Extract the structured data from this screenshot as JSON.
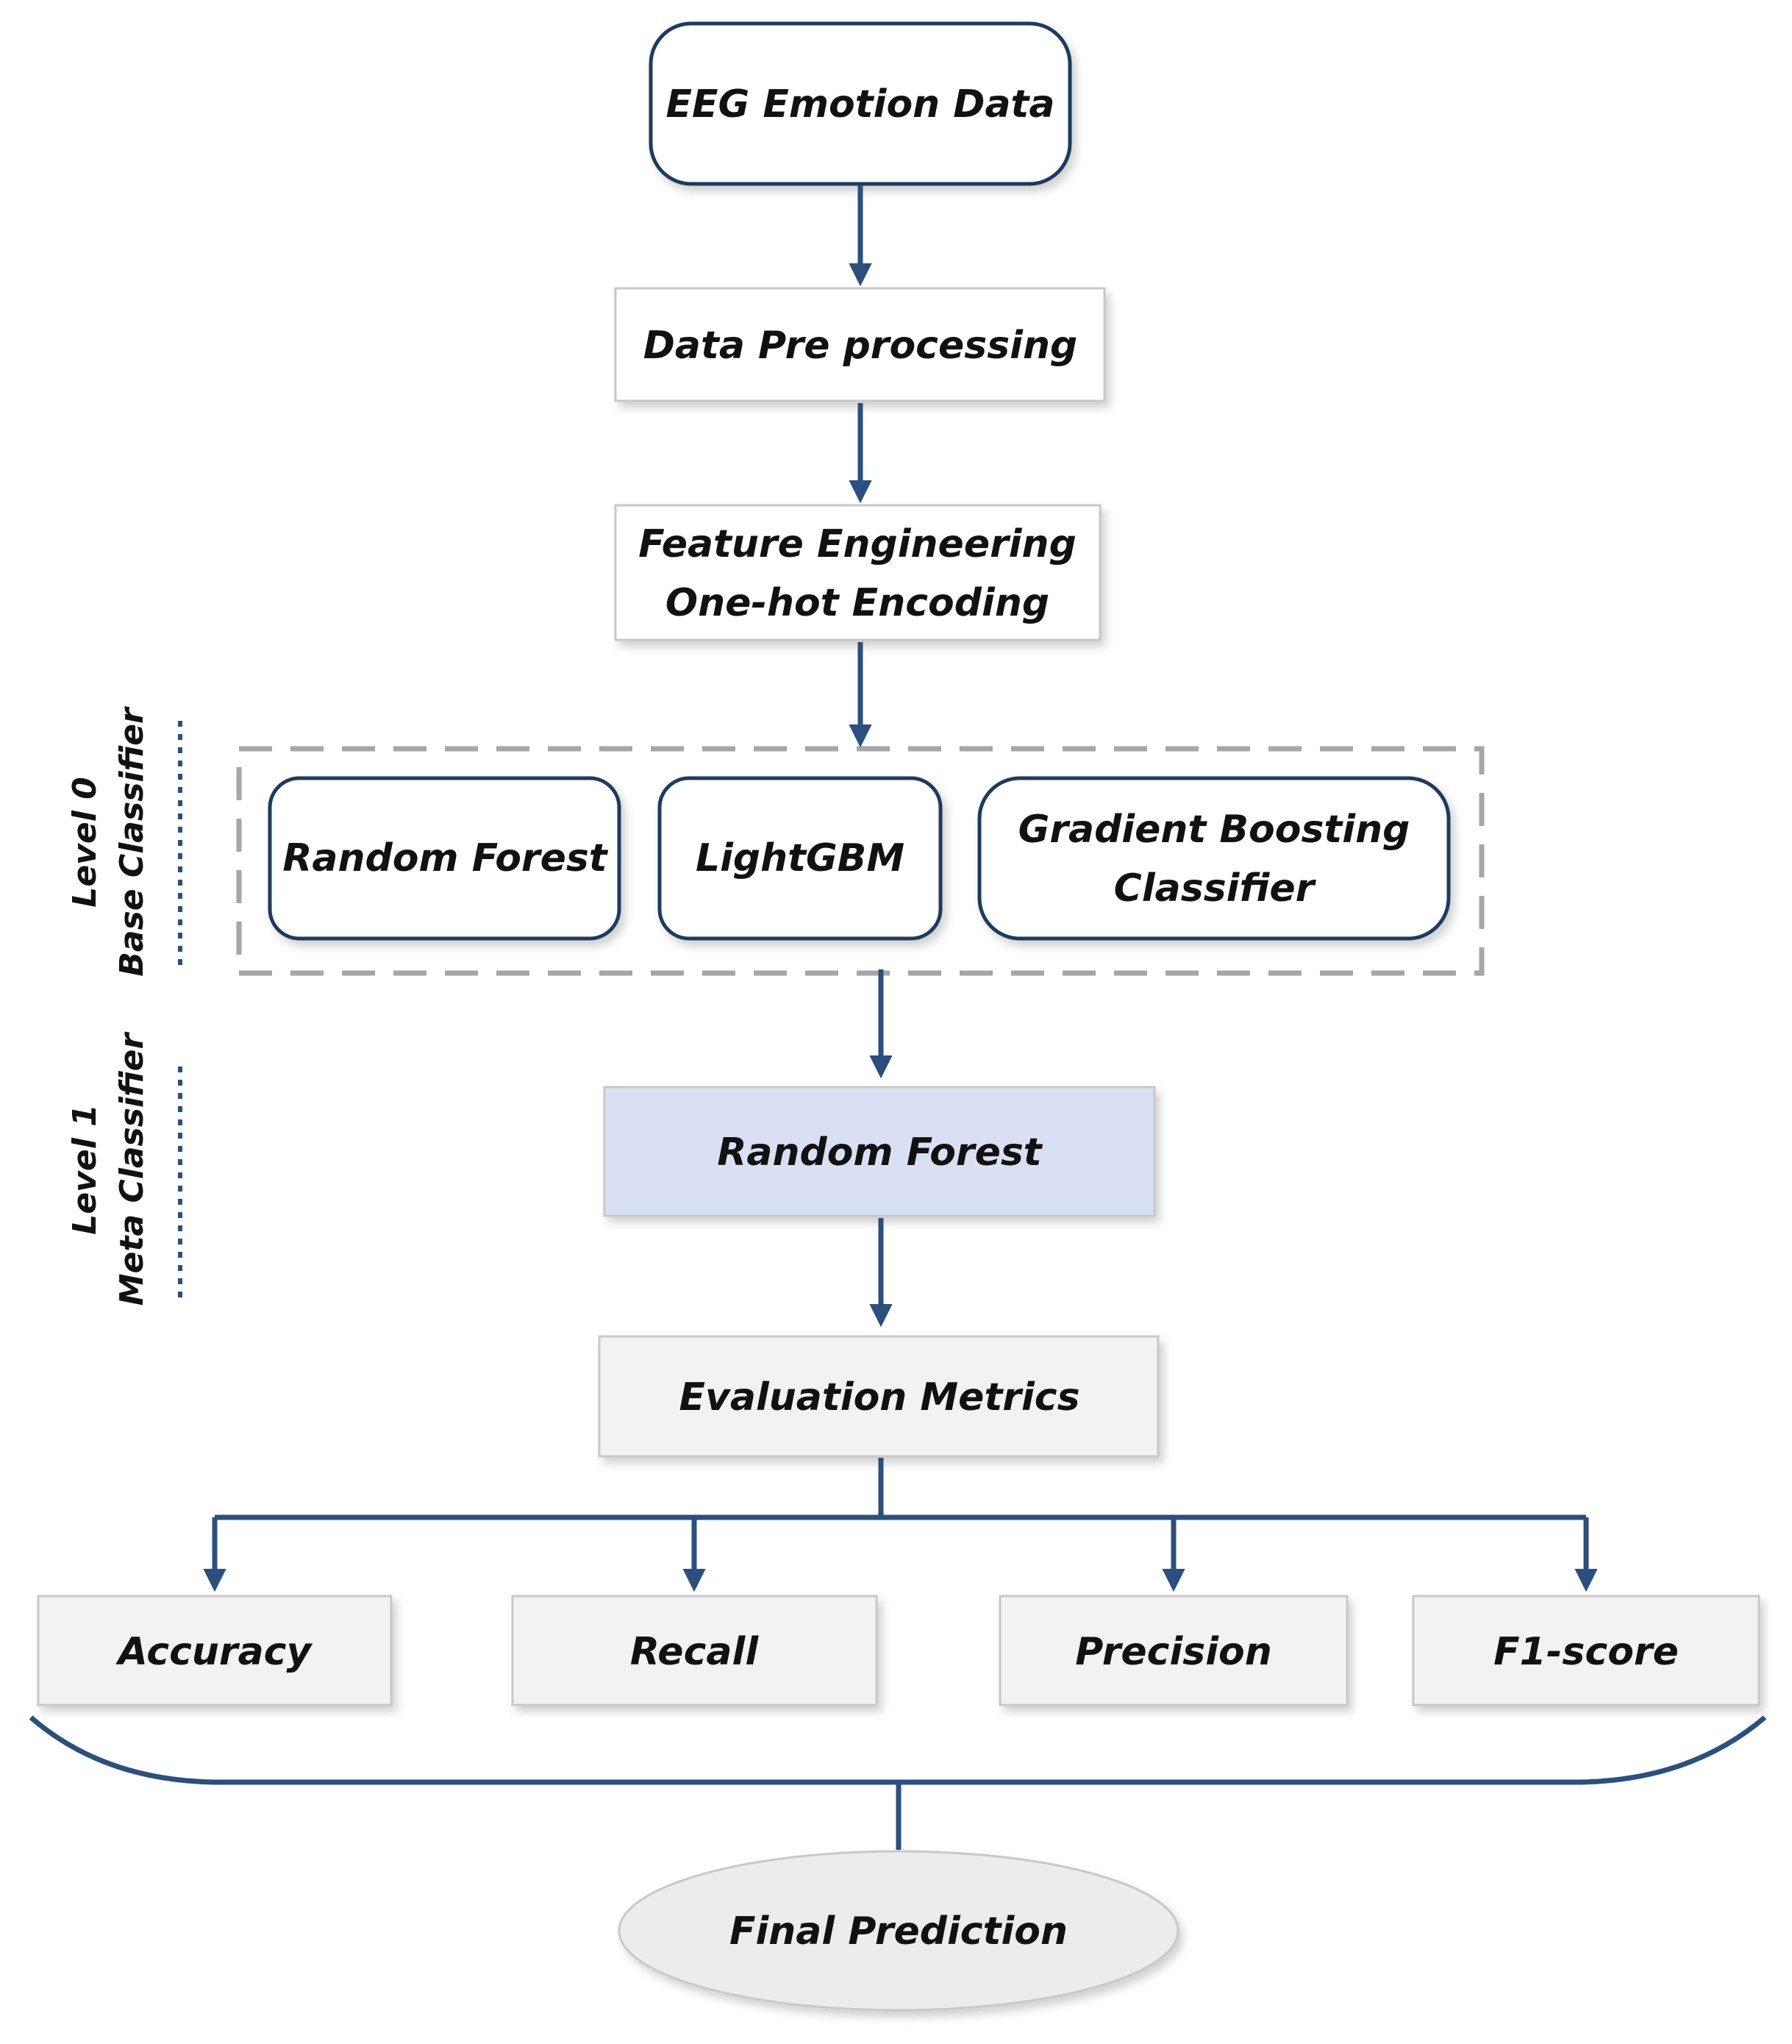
{
  "diagram": {
    "nodes": {
      "eeg_data": {
        "label": "EEG Emotion Data"
      },
      "preprocessing": {
        "label": "Data Pre processing"
      },
      "feature_engineering": {
        "line1": "Feature Engineering",
        "line2": "One-hot Encoding"
      },
      "base_rf": {
        "label": "Random Forest"
      },
      "base_lgbm": {
        "label": "LightGBM"
      },
      "base_gb": {
        "line1": "Gradient Boosting",
        "line2": "Classifier"
      },
      "meta_rf": {
        "label": "Random Forest"
      },
      "evaluation": {
        "label": "Evaluation Metrics"
      },
      "accuracy": {
        "label": "Accuracy"
      },
      "recall": {
        "label": "Recall"
      },
      "precision": {
        "label": "Precision"
      },
      "f1": {
        "label": "F1-score"
      },
      "final": {
        "label": "Final Prediction"
      }
    },
    "levels": {
      "level0": {
        "line1": "Level 0",
        "line2": "Base Classifier"
      },
      "level1": {
        "line1": "Level 1",
        "line2": "Meta Classifier"
      }
    }
  },
  "colors": {
    "arrow": "#2b4f7e",
    "rounded_box_border": "#1f3a5f",
    "gray_box_fill": "#f2f2f2",
    "gray_box_border": "#c8c8c8",
    "meta_box_fill": "#dae0f3",
    "dashed_group_border": "#a6a6a6",
    "ellipse_fill": "#ececec"
  }
}
